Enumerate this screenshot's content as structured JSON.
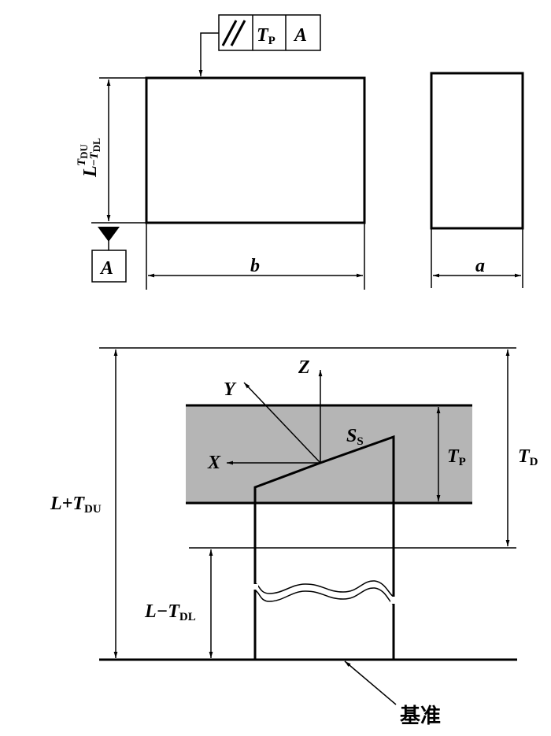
{
  "diagram": {
    "top_view": {
      "feature_control_frame": {
        "symbol": "//",
        "symbol_name": "parallelism",
        "tolerance_main": "T",
        "tolerance_sub": "P",
        "datum": "A"
      },
      "height_label": {
        "main": "L",
        "upper_sign": "",
        "upper_main": "T",
        "upper_sub": "DU",
        "lower_sign": "−",
        "lower_main": "T",
        "lower_sub": "DL"
      },
      "datum_label": "A",
      "width_label": "b",
      "side_width_label": "a"
    },
    "bottom_view": {
      "axis_x": "X",
      "axis_y": "Y",
      "axis_z": "Z",
      "surface_label": {
        "main": "S",
        "sub": "S"
      },
      "band_label": {
        "main": "T",
        "sub": "P"
      },
      "total_label": {
        "main": "T",
        "sub": "D"
      },
      "upper_limit_label": {
        "main": "L+T",
        "sub": "DU"
      },
      "lower_limit_label": {
        "main": "L−T",
        "sub": "DL"
      },
      "datum_text": "基准"
    },
    "colors": {
      "line": "#000000",
      "band_fill": "#b5b5b5",
      "background": "#ffffff"
    }
  }
}
